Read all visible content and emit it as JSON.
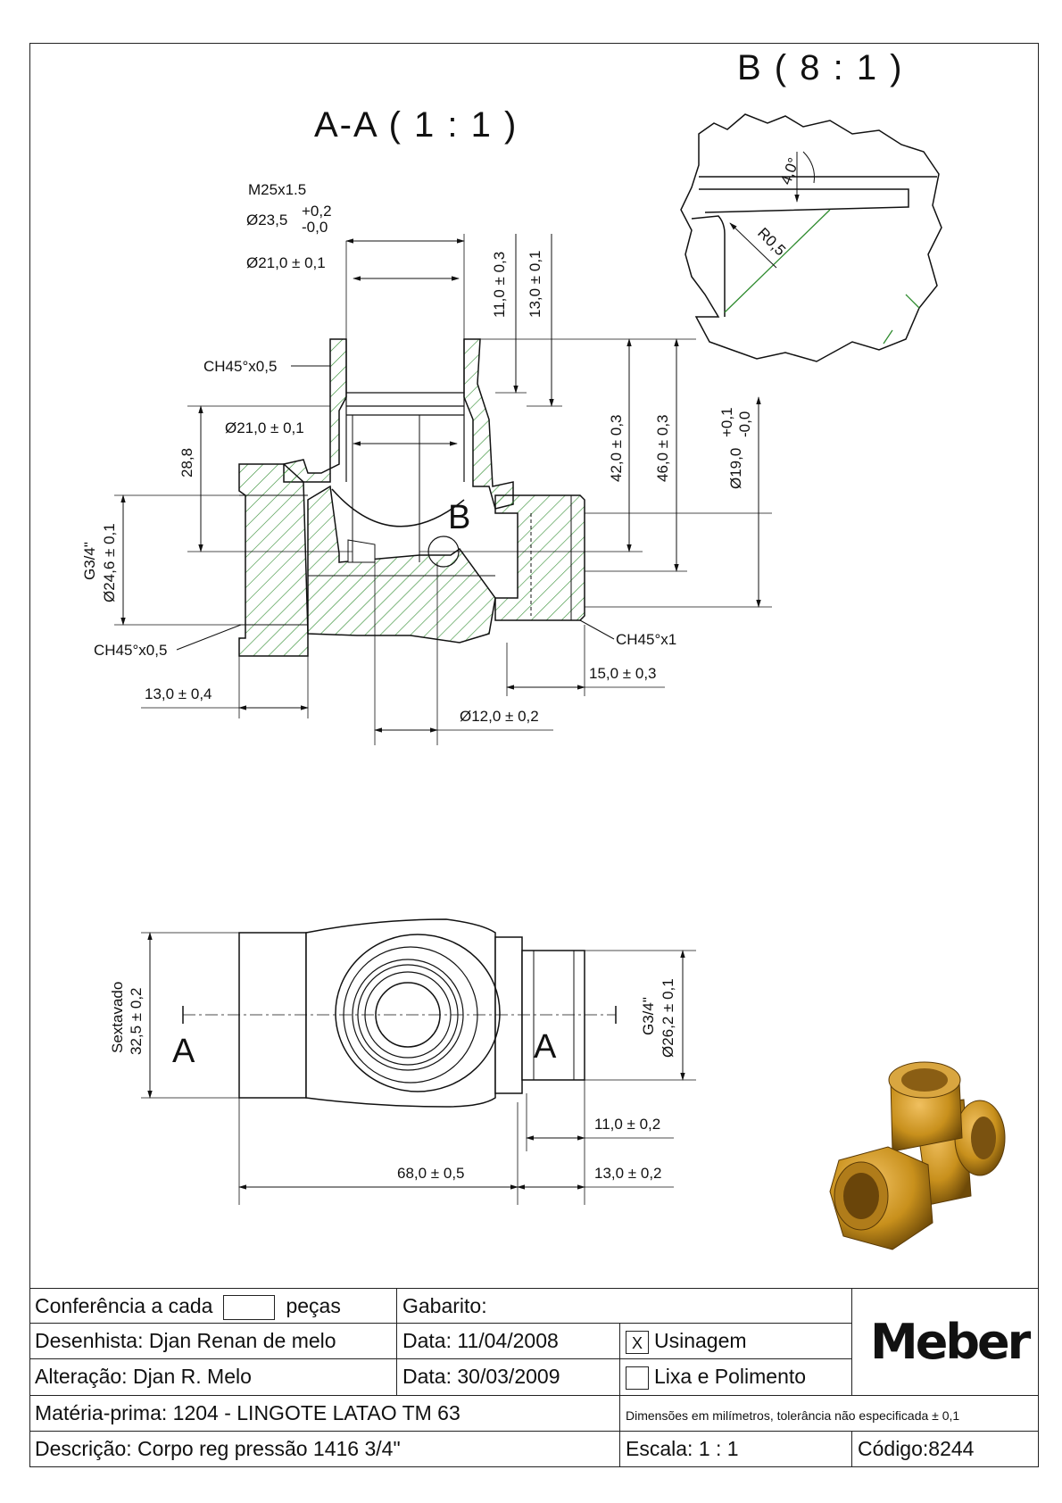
{
  "view_titles": {
    "section": "A-A  ( 1 : 1 )",
    "detail": "B  ( 8 : 1 )"
  },
  "detail_b": {
    "angle": "4,0°",
    "radius": "R0,5"
  },
  "section_dims": {
    "thread": "M25x1.5",
    "d235": "Ø23,5",
    "d235_tol_up": "+0,2",
    "d235_tol_down": "-0,0",
    "d21_top": "Ø21,0 ± 0,1",
    "d21_mid": "Ø21,0 ± 0,1",
    "h11": "11,0 ± 0,3",
    "h13": "13,0 ± 0,1",
    "h42": "42,0 ± 0,3",
    "h46": "46,0 ± 0,3",
    "d19": "Ø19,0",
    "d19_tol_up": "+0,1",
    "d19_tol_down": "-0,0",
    "h288": "28,8",
    "g34": "G3/4\"",
    "d246": "Ø24,6 ± 0,1",
    "ch_top": "CH45°x0,5",
    "ch_left": "CH45°x0,5",
    "ch_right": "CH45°x1",
    "l15": "15,0 ± 0,3",
    "l13": "13,0 ± 0,4",
    "d12": "Ø12,0 ± 0,2",
    "detail_marker": "B"
  },
  "front_dims": {
    "sextavado": "Sextavado",
    "d325": "32,5 ± 0,2",
    "g34": "G3/4\"",
    "d262": "Ø26,2 ± 0,1",
    "l11": "11,0 ± 0,2",
    "l68": "68,0 ± 0,5",
    "l13": "13,0 ± 0,2",
    "section_left": "A",
    "section_right": "A"
  },
  "title_block": {
    "conferencia_label": "Conferência a cada",
    "pecas_label": "peças",
    "gabarito_label": "Gabarito:",
    "desenhista_label": "Desenhista:",
    "desenhista_value": "Djan Renan de melo",
    "data1_label": "Data:",
    "data1_value": "11/04/2008",
    "usinagem_check": "X",
    "usinagem_label": "Usinagem",
    "alteracao_label": "Alteração:",
    "alteracao_value": "Djan R. Melo",
    "data2_label": "Data:",
    "data2_value": "30/03/2009",
    "lixa_label": "Lixa e Polimento",
    "materia_label": "Matéria-prima:",
    "materia_value": "1204 - LINGOTE LATAO  TM 63",
    "note": "Dimensões em milímetros, tolerância não especificada ± 0,1",
    "descricao_label": "Descrição:",
    "descricao_value": "Corpo reg pressão 1416 3/4\"",
    "escala_label": "Escala:",
    "escala_value": "1 : 1",
    "codigo_label": "Código:",
    "codigo_value": "8244",
    "logo": "Meber"
  },
  "colors": {
    "hatch": "#2e8b2e",
    "brass": "#c8901c",
    "line": "#111111"
  }
}
